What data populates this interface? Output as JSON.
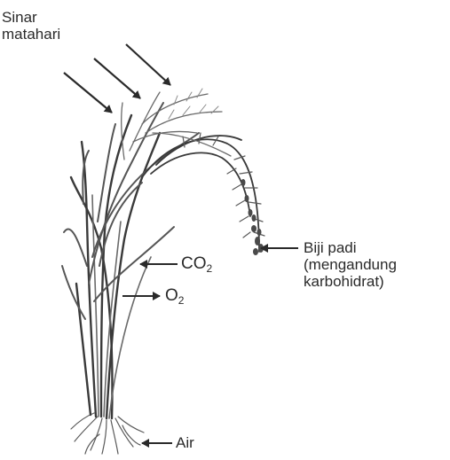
{
  "labels": {
    "sunlight_line1": "Sinar",
    "sunlight_line2": "matahari",
    "co2_main": "CO",
    "co2_sub": "2",
    "o2_main": "O",
    "o2_sub": "2",
    "grain_line1": "Biji padi",
    "grain_line2": "(mengandung",
    "grain_line3": "karbohidrat)",
    "water": "Air"
  },
  "colors": {
    "ink": "#2a2a2a",
    "plant_dark": "#3a3a3a",
    "plant_mid": "#6a6a6a",
    "plant_light": "#9a9a9a",
    "background": "#ffffff"
  },
  "icons": [
    "sun-ray-arrow",
    "arrow-left",
    "arrow-right",
    "rice-plant"
  ]
}
